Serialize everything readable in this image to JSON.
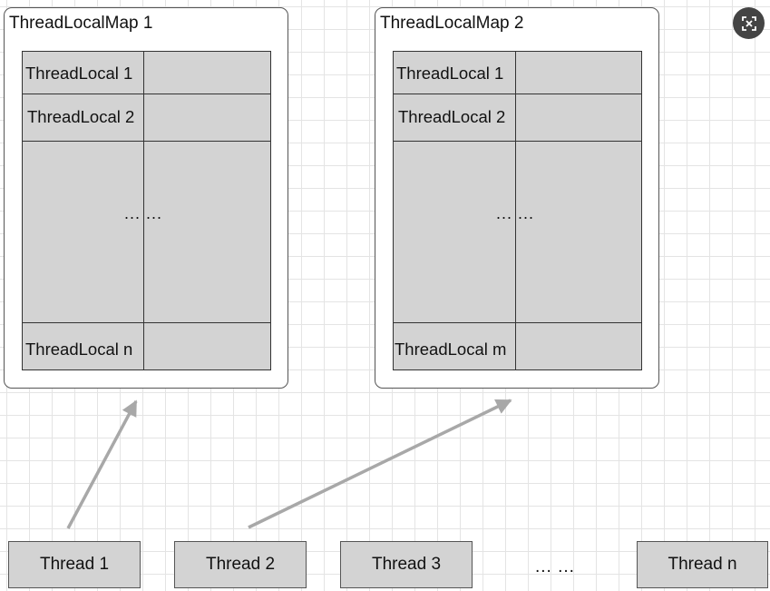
{
  "maps": [
    {
      "title": "ThreadLocalMap 1",
      "rows": [
        "ThreadLocal 1",
        "ThreadLocal 2",
        "ThreadLocal n"
      ],
      "ellipsis": "... ..."
    },
    {
      "title": "ThreadLocalMap 2",
      "rows": [
        "ThreadLocal 1",
        "ThreadLocal 2",
        "ThreadLocal m"
      ],
      "ellipsis": "... ..."
    }
  ],
  "threads": [
    "Thread 1",
    "Thread 2",
    "Thread 3",
    "Thread n"
  ],
  "threads_ellipsis": "... ...",
  "connections": [
    {
      "from": "Thread 1",
      "to": "ThreadLocalMap 1"
    },
    {
      "from": "Thread 2",
      "to": "ThreadLocalMap 2"
    }
  ],
  "colors": {
    "cell_fill": "#d3d3d3",
    "arrow": "#a8a8a8",
    "grid": "#e4e4e4"
  },
  "icons": {
    "overlay_button": "collapse-icon"
  }
}
